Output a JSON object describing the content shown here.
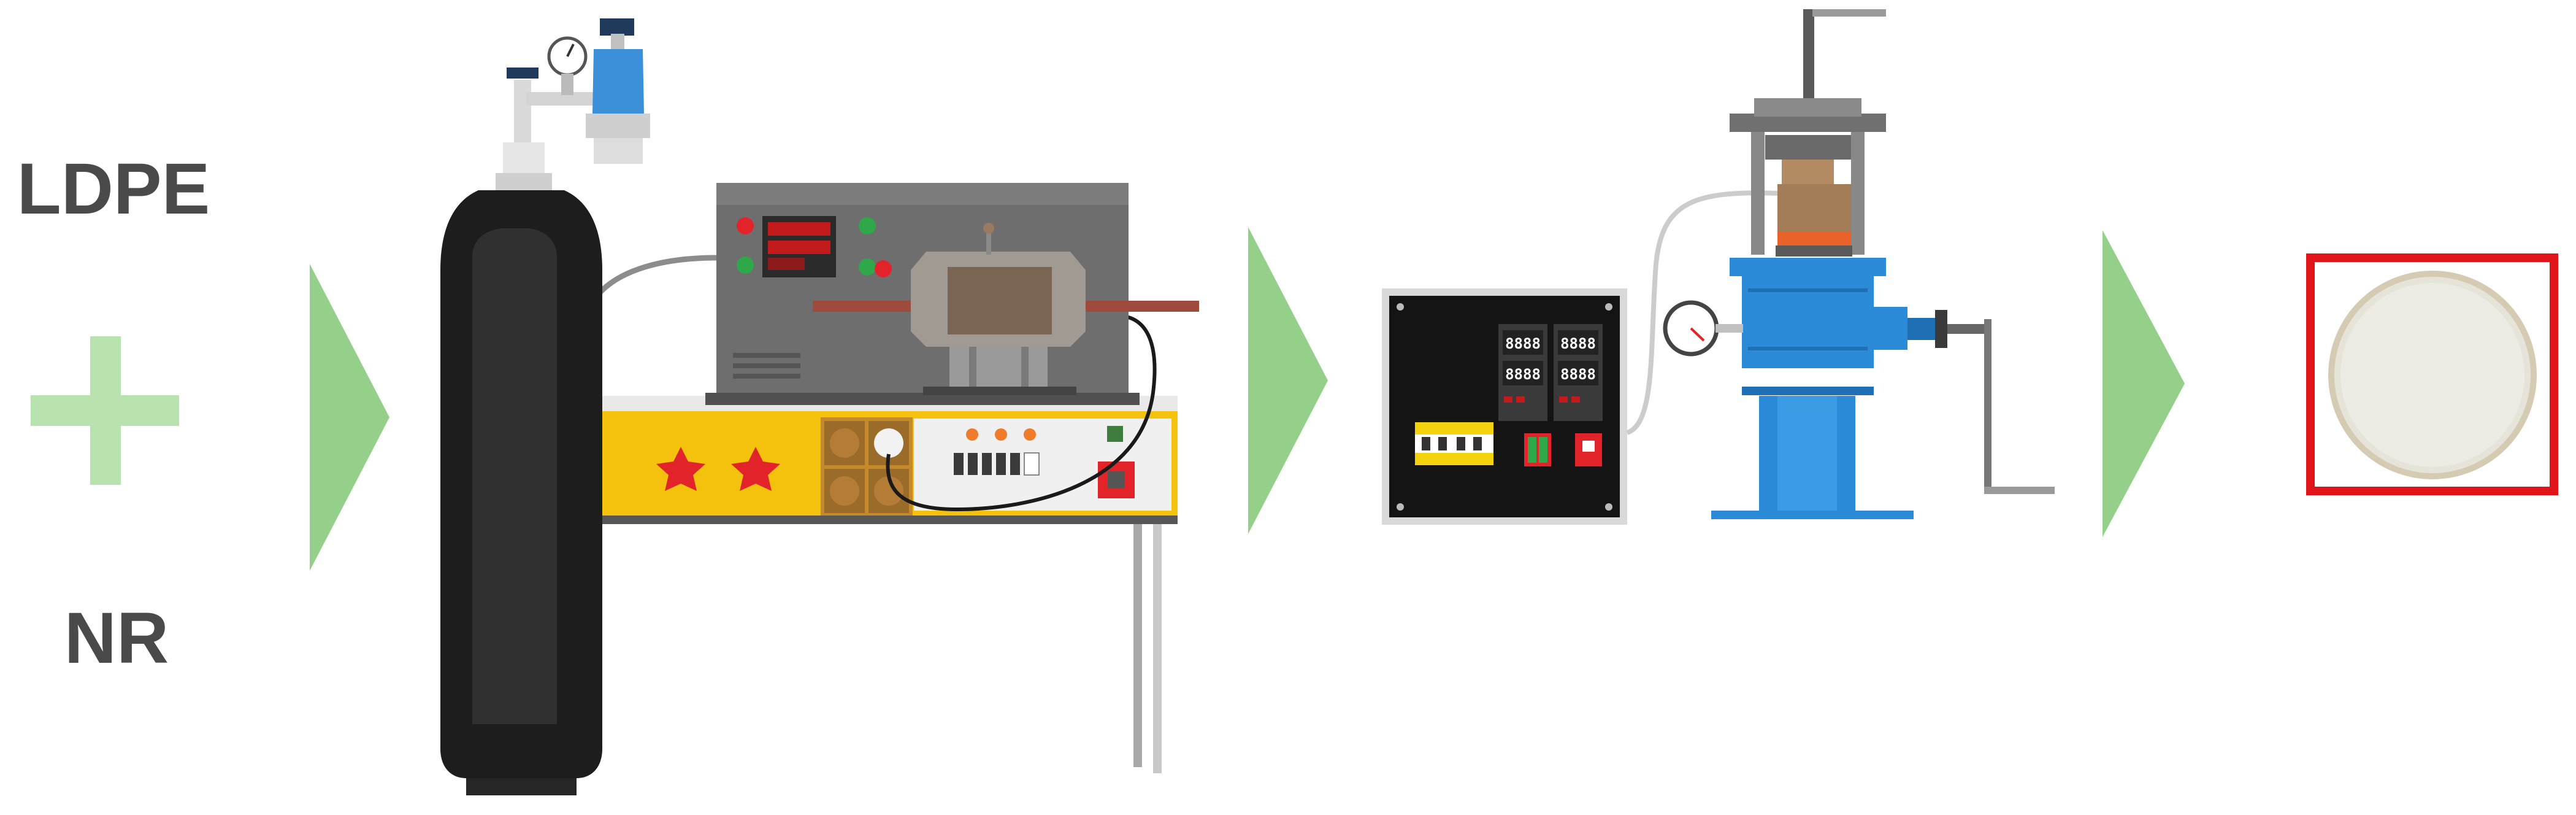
{
  "labels": {
    "material_1": "LDPE",
    "material_2": "NR",
    "controller_display_1": "8888",
    "controller_display_2": "8888",
    "controller_display_3": "8888",
    "controller_display_4": "8888"
  },
  "colors": {
    "arrow": "#95d08a",
    "plus": "#b8e2ae",
    "text": "#4a4a4a",
    "frame": "#e1141a",
    "press_blue": "#2c8bd8",
    "panel_yellow": "#f4c20d",
    "gas_cylinder": "#1d1d1d"
  },
  "icons": {
    "plus": "plus-icon",
    "arrows": [
      "arrow-right-icon",
      "arrow-right-icon",
      "arrow-right-icon"
    ],
    "cylinder": "gas-cylinder-icon",
    "extruder": "internal-mixer-icon",
    "control_box": "temperature-controller-icon",
    "press": "hydraulic-press-icon",
    "sample": "sample-disc-icon"
  }
}
